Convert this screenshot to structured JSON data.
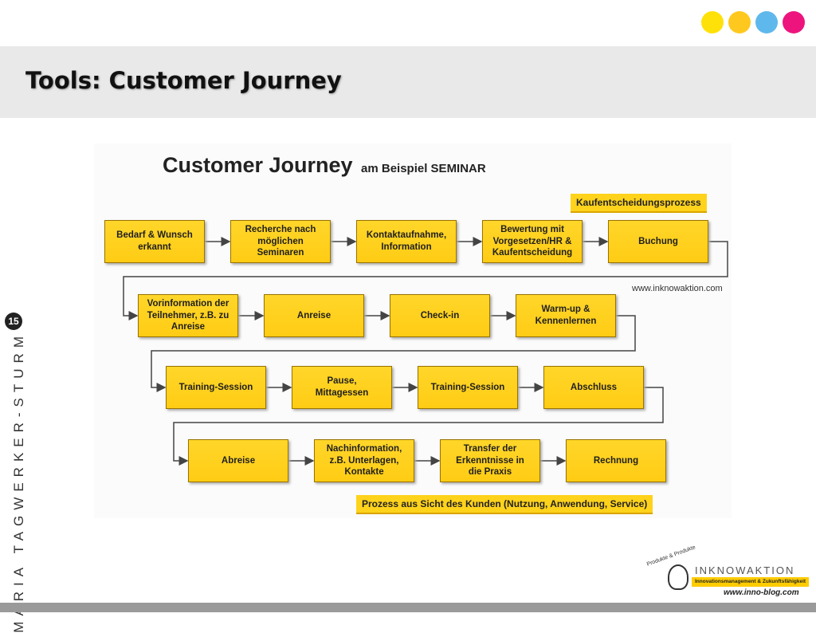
{
  "slide": {
    "title": "Tools: Customer Journey",
    "page_number": "15",
    "author": "MARIA TAGWERKER-STURM",
    "accent_dots": [
      "#ffe10a",
      "#ffc81e",
      "#5eb8ec",
      "#ee147e"
    ]
  },
  "diagram": {
    "title_main": "Customer Journey",
    "title_sub": "am Beispiel SEMINAR",
    "top_tag": "Kaufentscheidungsprozess",
    "url": "www.inknowaktion.com",
    "bottom_tag": "Prozess aus Sicht des Kunden (Nutzung, Anwendung, Service)",
    "box_color": "#ffcc14",
    "rows": [
      [
        "Bedarf & Wunsch\nerkannt",
        "Recherche nach\nmöglichen\nSeminaren",
        "Kontaktaufnahme,\nInformation",
        "Bewertung mit\nVorgesetzen/HR &\nKaufentscheidung",
        "Buchung"
      ],
      [
        "Vorinformation der\nTeilnehmer, z.B. zu\nAnreise",
        "Anreise",
        "Check-in",
        "Warm-up &\nKennenlernen"
      ],
      [
        "Training-Session",
        "Pause,\nMittagessen",
        "Training-Session",
        "Abschluss"
      ],
      [
        "Abreise",
        "Nachinformation,\nz.B. Unterlagen,\nKontakte",
        "Transfer der\nErkenntnisse in\ndie Praxis",
        "Rechnung"
      ]
    ]
  },
  "logo": {
    "slogan": "Produkte & Produkte",
    "name": "INKNOWAKTION",
    "tagline": "Innovationsmanagement & Zukunftsfähigkeit",
    "url": "www.inno-blog.com"
  }
}
